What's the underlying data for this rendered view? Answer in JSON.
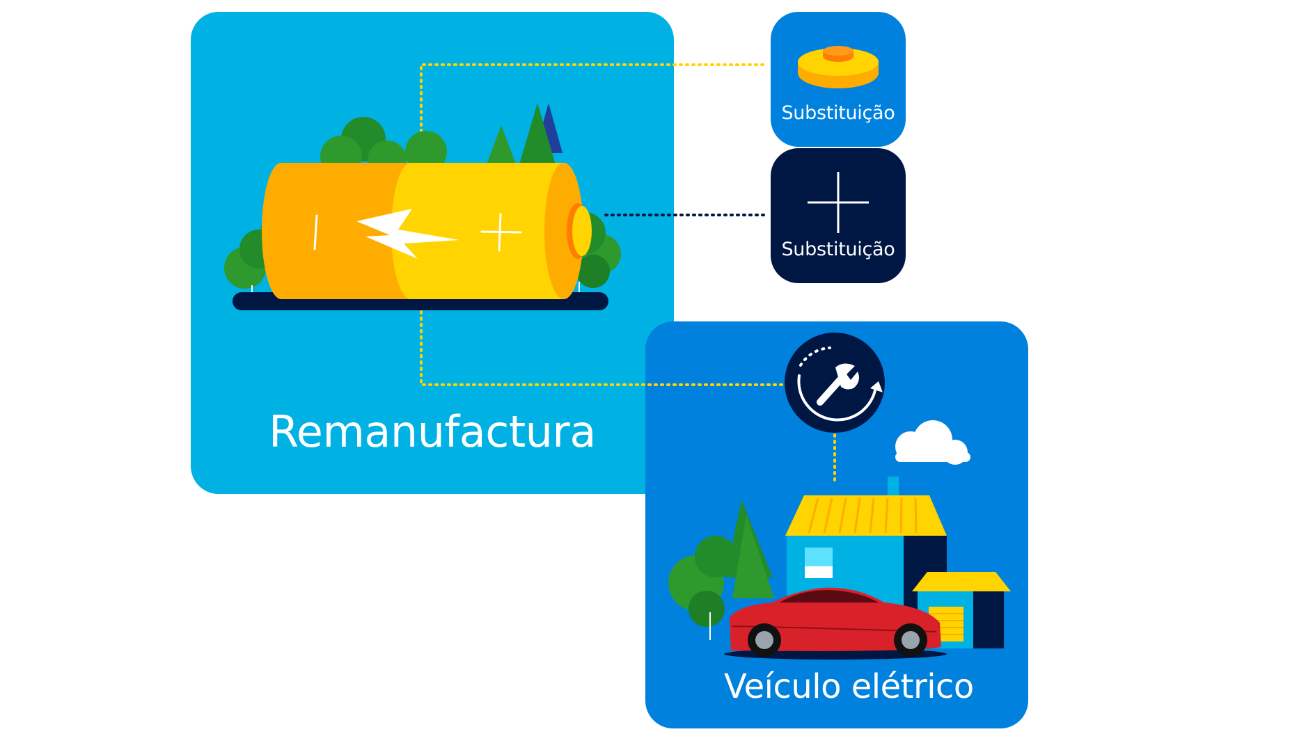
{
  "cards": {
    "remanufactura": {
      "title": "Remanufactura"
    },
    "veiculo": {
      "title": "Veículo elétrico"
    }
  },
  "tiles": [
    {
      "label": "Substituição",
      "icon": "battery-module-icon"
    },
    {
      "label": "Substituição",
      "icon": "plus-icon"
    }
  ],
  "icons": {
    "maintenance": "wrench-cycle-icon",
    "battery": "battery-icon",
    "house": "house-icon",
    "car": "electric-car-icon",
    "cloud": "cloud-icon"
  },
  "colors": {
    "light_blue": "#00b1e3",
    "blue": "#0081de",
    "navy": "#001744",
    "yellow": "#ffd400",
    "orange": "#ffac00",
    "green": "#2e9a2e",
    "red": "#d9212a"
  }
}
